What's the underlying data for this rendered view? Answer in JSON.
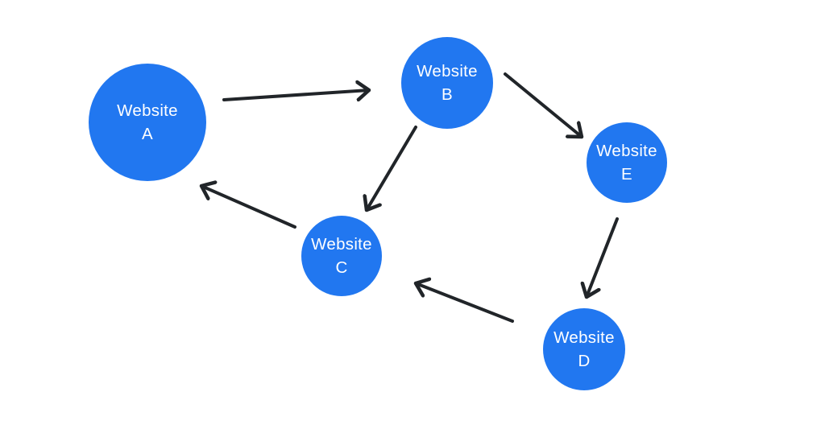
{
  "diagram": {
    "background": "#ffffff",
    "node_fill": "#2177f0",
    "node_text_color": "#ffffff",
    "arrow_color": "#212529",
    "nodes": [
      {
        "id": "A",
        "line1": "Website",
        "line2": "A"
      },
      {
        "id": "B",
        "line1": "Website",
        "line2": "B"
      },
      {
        "id": "C",
        "line1": "Website",
        "line2": "C"
      },
      {
        "id": "D",
        "line1": "Website",
        "line2": "D"
      },
      {
        "id": "E",
        "line1": "Website",
        "line2": "E"
      }
    ],
    "edges": [
      {
        "from": "A",
        "to": "B"
      },
      {
        "from": "B",
        "to": "C"
      },
      {
        "from": "B",
        "to": "E"
      },
      {
        "from": "E",
        "to": "D"
      },
      {
        "from": "D",
        "to": "C"
      },
      {
        "from": "C",
        "to": "A"
      }
    ]
  }
}
